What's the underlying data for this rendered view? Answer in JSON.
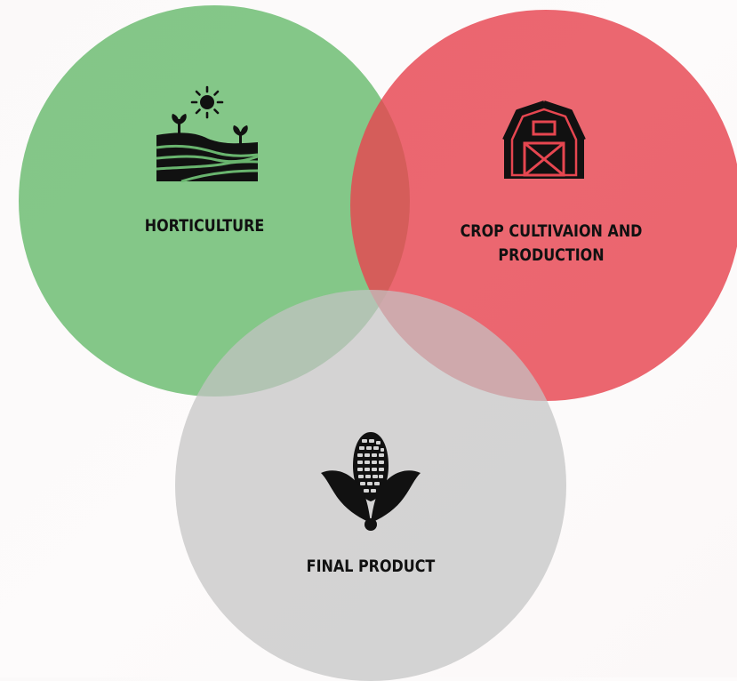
{
  "diagram": {
    "circles": [
      {
        "id": "horticulture",
        "label": "HORTICULTURE",
        "icon": "farm-field-sun-icon",
        "color": "#6EBD73"
      },
      {
        "id": "crop",
        "label": "CROP CULTIVAION AND PRODUCTION",
        "label_lines": [
          "CROP CULTIVAION AND",
          "PRODUCTION"
        ],
        "icon": "barn-icon",
        "color": "#E64650"
      },
      {
        "id": "final",
        "label": "FINAL PRODUCT",
        "icon": "corn-icon",
        "color": "#C3C3C3"
      }
    ]
  }
}
